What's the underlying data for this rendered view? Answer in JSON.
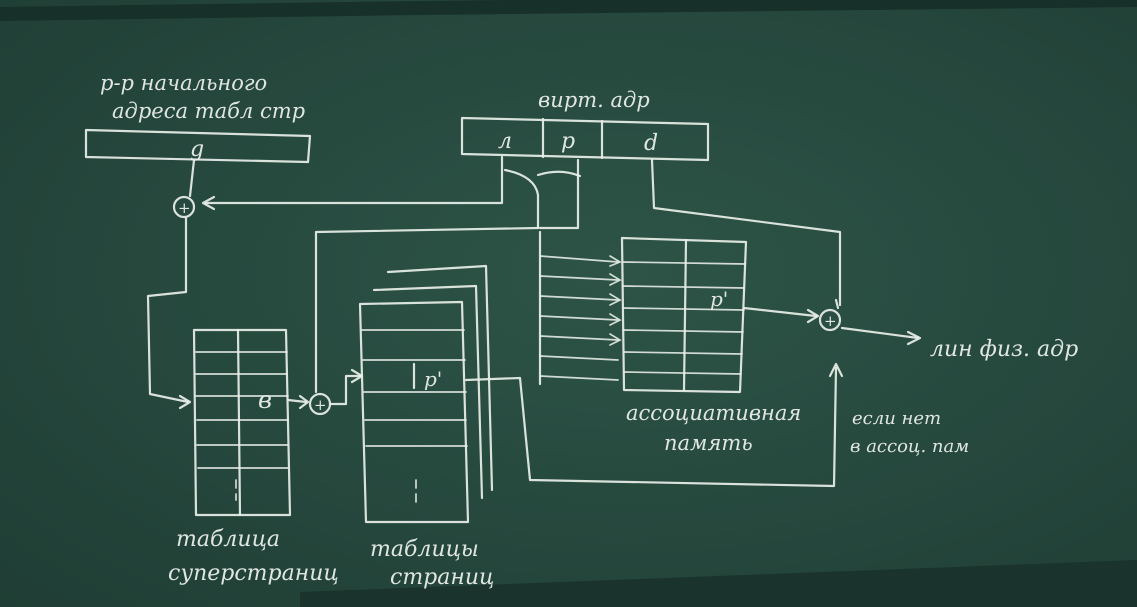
{
  "labels": {
    "base_register": [
      "р-р начального",
      "адреса табл стр"
    ],
    "base_register_cell": "g",
    "virtual_address": "вирт. адр",
    "va_fields": [
      "л",
      "p",
      "d"
    ],
    "supertable_value": "в",
    "page_table_value": "p'",
    "assoc_value": "p'",
    "physical_address": "лин физ. адр",
    "assoc_memory": [
      "ассоциативная",
      "память"
    ],
    "if_not": [
      "если нет",
      "в ассоц. пам"
    ],
    "supertable": [
      "таблица",
      "суперстраниц"
    ],
    "page_tables": [
      "таблицы",
      "страниц"
    ],
    "plus": "+"
  }
}
